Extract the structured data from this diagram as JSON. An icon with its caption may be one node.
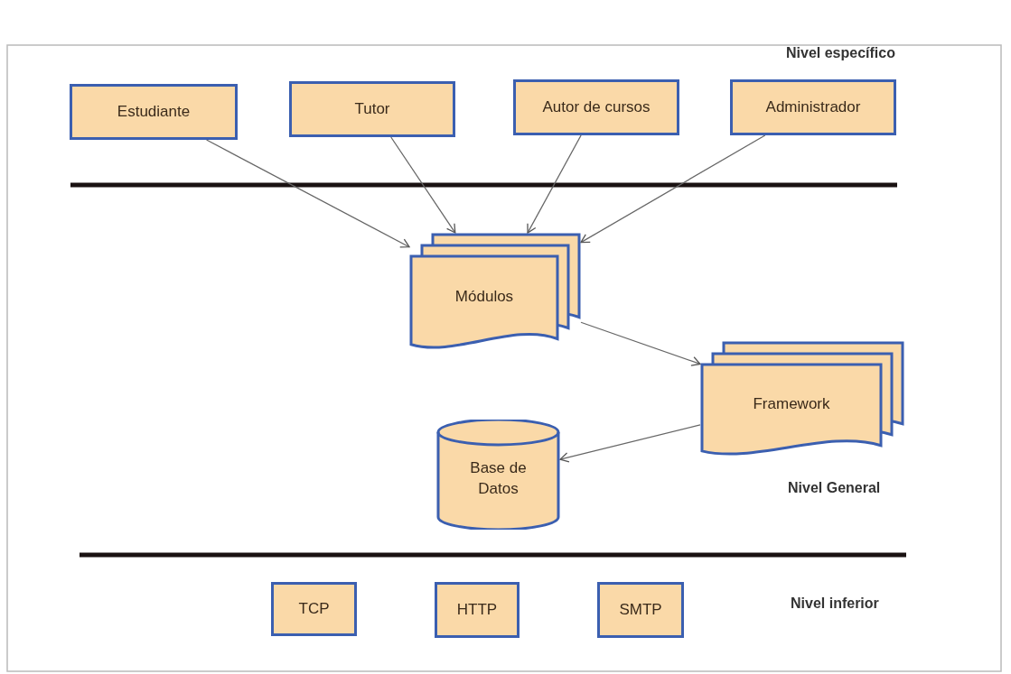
{
  "diagram": {
    "nodes": [
      {
        "text": [
          "Estudiante"
        ]
      },
      {
        "text": [
          "Tutor"
        ]
      },
      {
        "text": [
          "Autor de cursos"
        ]
      },
      {
        "text": [
          "Administrador"
        ]
      },
      {
        "text": [
          "Módulos"
        ]
      },
      {
        "text": [
          "Framework"
        ]
      },
      {
        "text": [
          "Base de Datos"
        ]
      },
      {
        "text": [
          "TCP"
        ]
      },
      {
        "text": [
          "HTTP"
        ]
      },
      {
        "text": [
          "SMTP"
        ]
      }
    ],
    "edges": [
      {
        "from": 0,
        "to": 4,
        "arrow": "to"
      },
      {
        "from": 1,
        "to": 4,
        "arrow": "to"
      },
      {
        "from": 2,
        "to": 4,
        "arrow": "to"
      },
      {
        "from": 3,
        "to": 4,
        "arrow": "to"
      },
      {
        "from": 4,
        "to": 5,
        "arrow": "to"
      },
      {
        "from": 5,
        "to": 6,
        "arrow": "to"
      }
    ],
    "labels": [
      "Nivel específico",
      "Nivel General",
      "Nivel inferior"
    ]
  }
}
